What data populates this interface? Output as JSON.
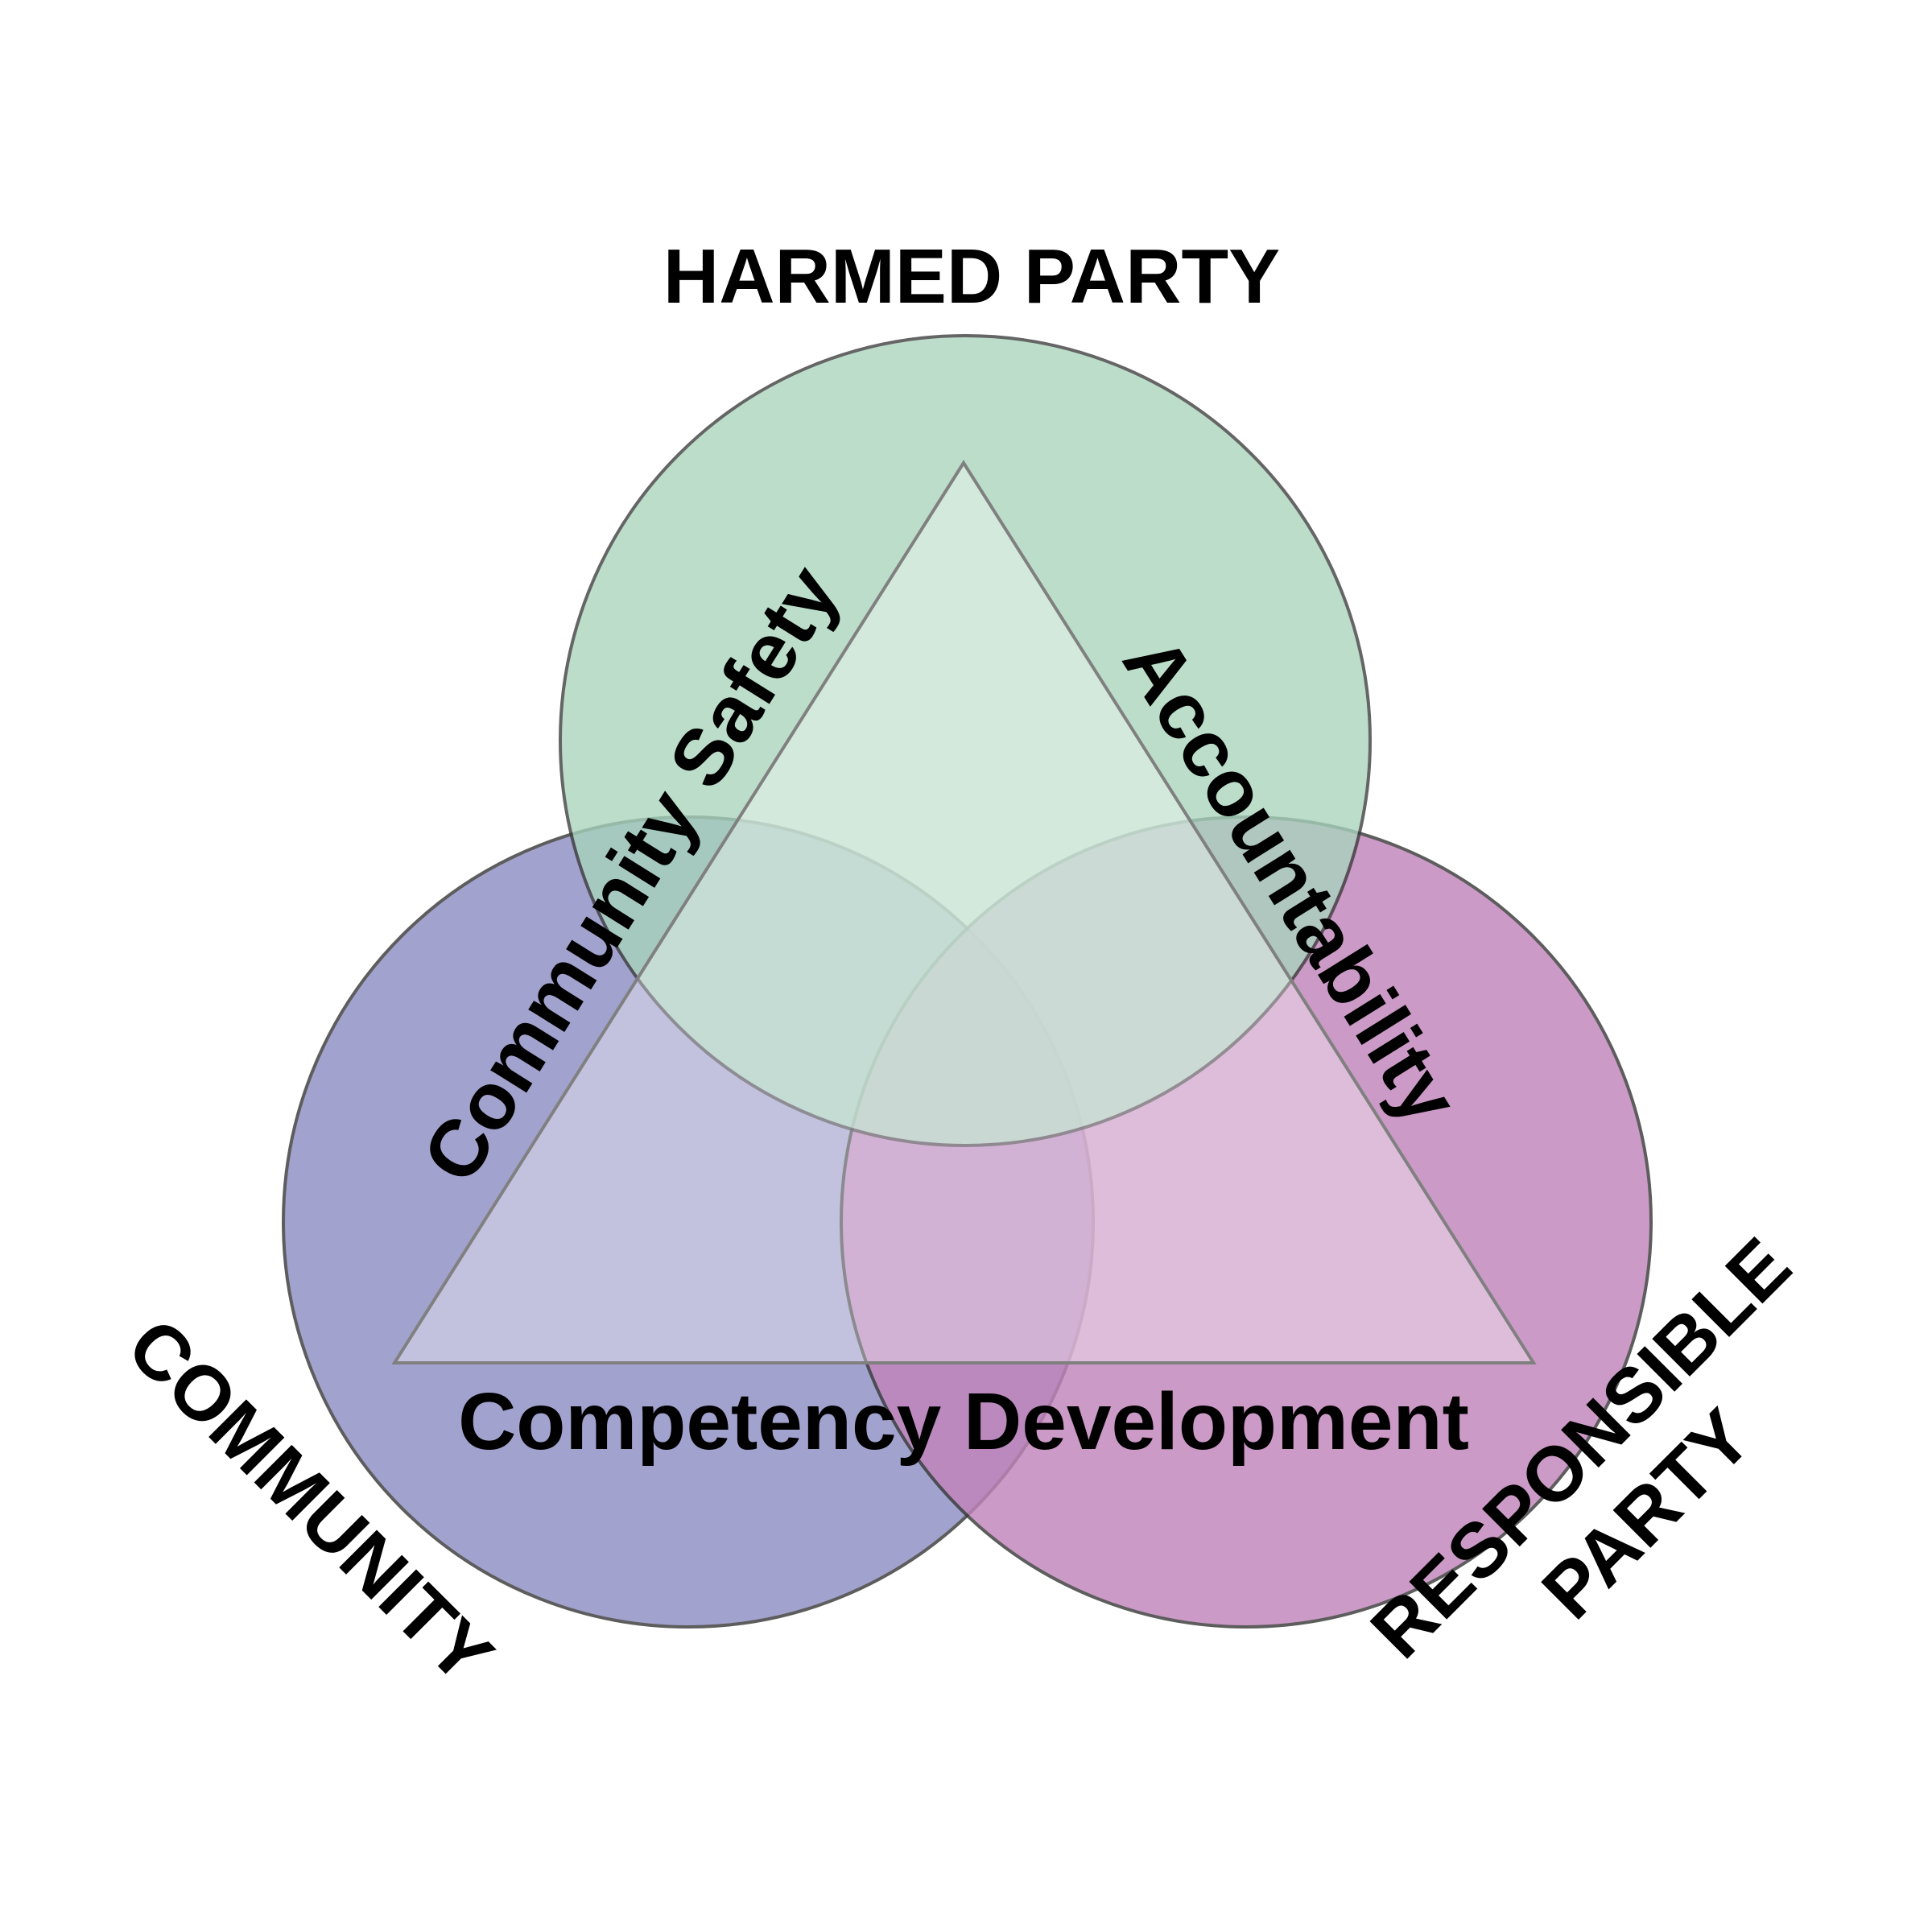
{
  "parties": {
    "top": {
      "label": "HARMED PARTY",
      "color": "#a8d4bc"
    },
    "left": {
      "label": "COMMUNITY",
      "color": "#8e8ec4"
    },
    "right": {
      "label_line1": "RESPONSIBLE",
      "label_line2": "PARTY",
      "color": "#c184ba"
    }
  },
  "triangle_sides": {
    "left": "Community Safety",
    "right": "Accountability",
    "bottom": "Competency Development"
  }
}
